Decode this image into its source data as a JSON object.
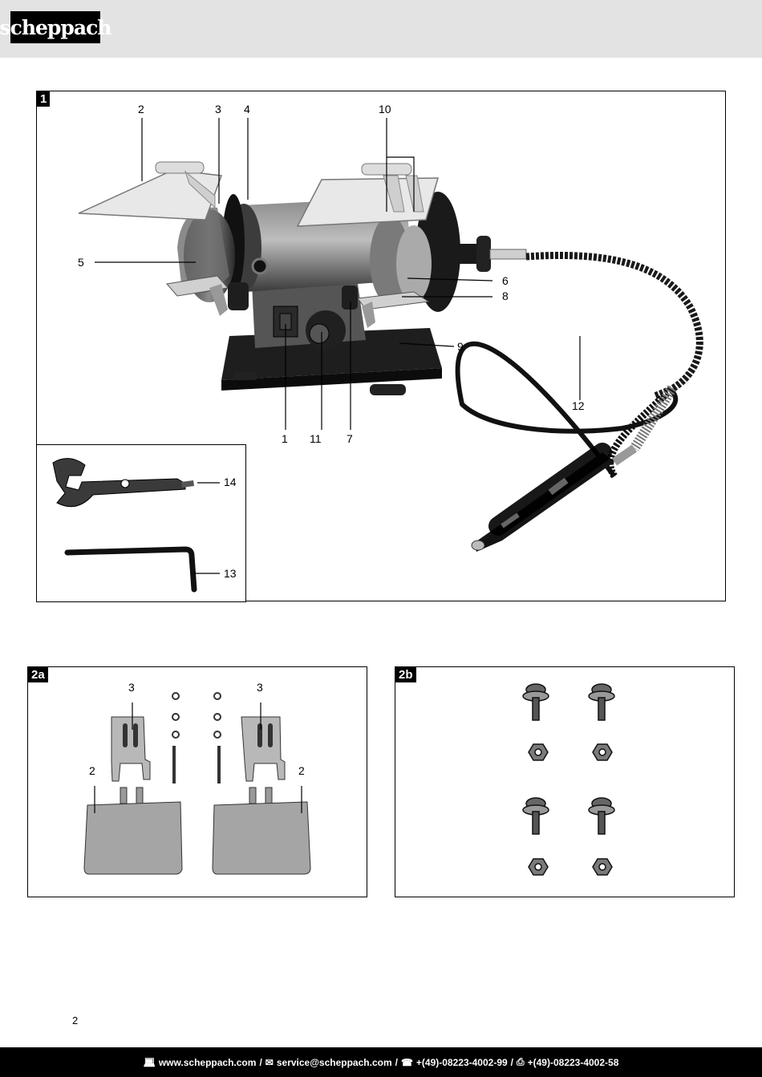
{
  "header": {
    "logo_text": "scheppach"
  },
  "figure1": {
    "tag": "1",
    "callouts": [
      "1",
      "2",
      "3",
      "4",
      "5",
      "6",
      "7",
      "8",
      "9",
      "10",
      "11",
      "12",
      "13",
      "14"
    ]
  },
  "figure2a": {
    "tag": "2a",
    "callouts": [
      "3",
      "3",
      "2",
      "2"
    ]
  },
  "figure2b": {
    "tag": "2b"
  },
  "page_number": "2",
  "footer": {
    "website": "www.scheppach.com",
    "email": "service@scheppach.com",
    "phone": "+(49)-08223-4002-99",
    "fax": "+(49)-08223-4002-58",
    "separator": "/",
    "icons": [
      "computer-icon",
      "mail-icon",
      "phone-icon",
      "fax-icon"
    ]
  }
}
